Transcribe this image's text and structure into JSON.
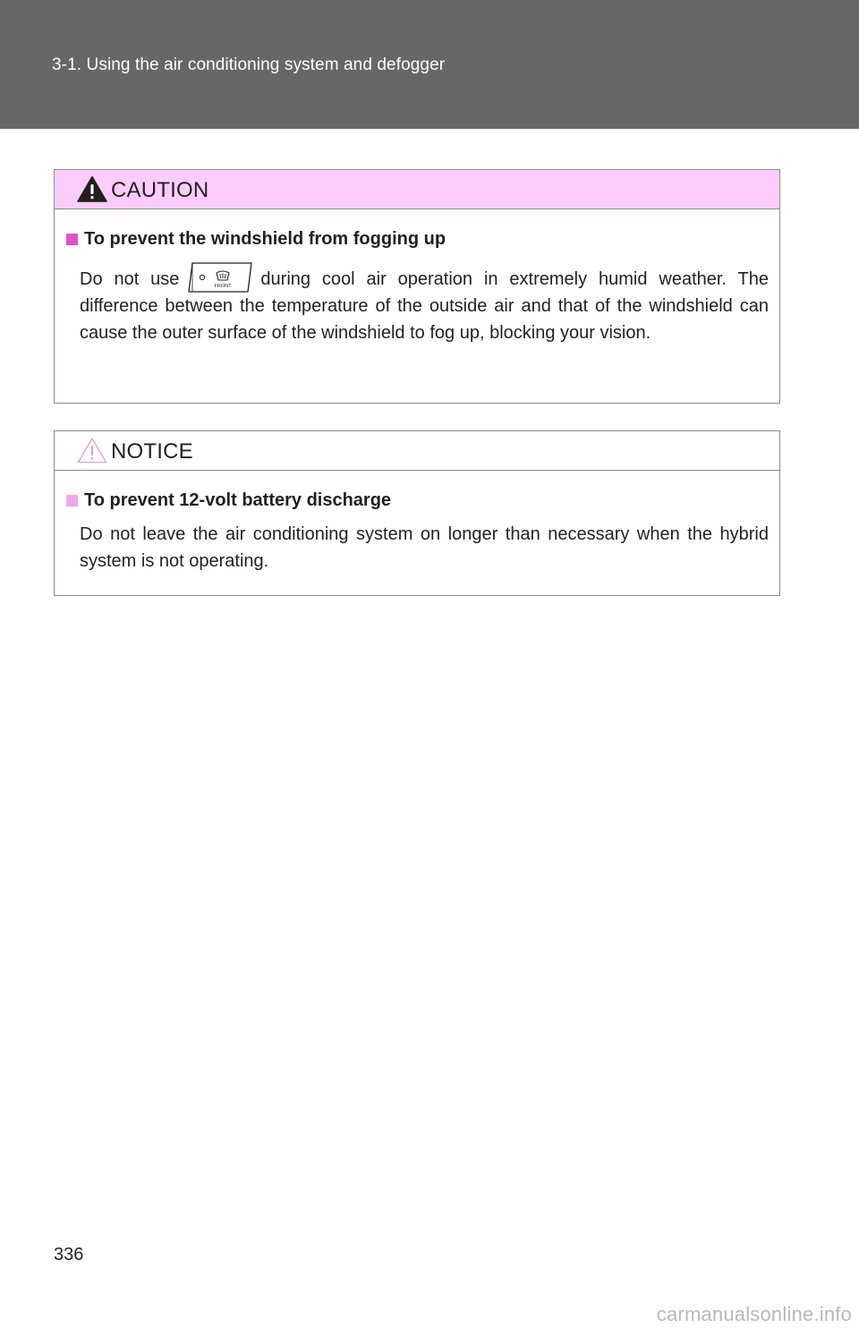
{
  "header": {
    "section_title": "3-1. Using the air conditioning system and defogger"
  },
  "caution": {
    "label": "CAUTION",
    "section_title": "To prevent the windshield from fogging up",
    "text_before_icon": "Do not use",
    "button_icon": "front-defroster-button-icon",
    "button_icon_text": "FRONT",
    "text_after_icon": "during cool air operation in extremely humid weather. The difference between the temperature of the outside air and that of the windshield can cause the outer surface of the windshield to fog up, blocking your vision.",
    "header_color": "#fccdfc"
  },
  "notice": {
    "label": "NOTICE",
    "section_title": "To prevent 12-volt battery discharge",
    "text": "Do not leave the air conditioning system on longer than necessary when the hybrid system is not operating."
  },
  "footer": {
    "page_number": "336",
    "watermark": "carmanualsonline.info"
  }
}
